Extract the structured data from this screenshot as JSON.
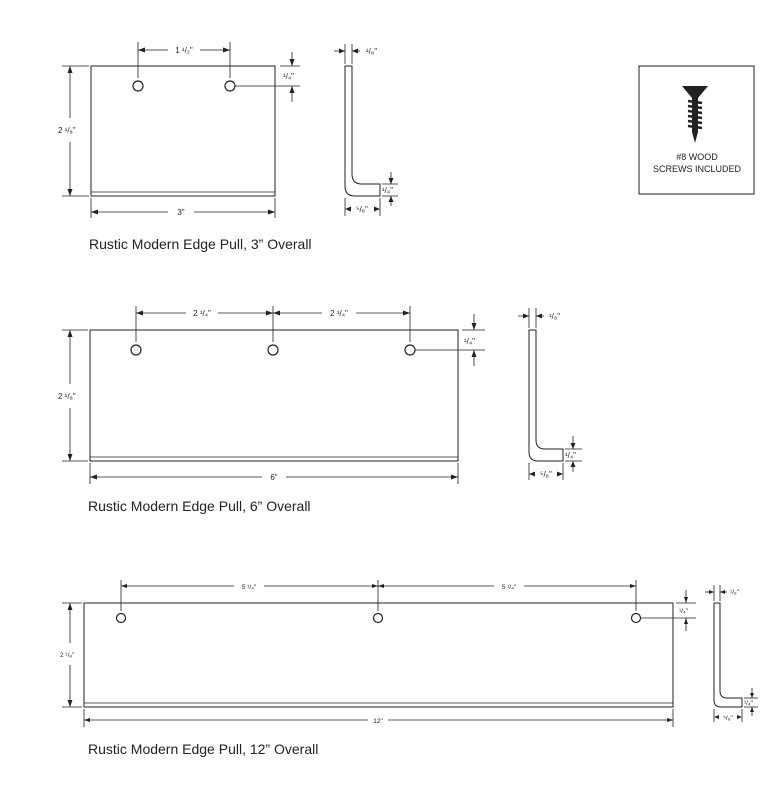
{
  "screw_note": {
    "line1": "#8 WOOD",
    "line2": "SCREWS INCLUDED",
    "icon": "wood-screw-icon"
  },
  "pulls": [
    {
      "title": "Rustic Modern Edge Pull, 3” Overall",
      "overall_width": "3\"",
      "height": "2 ¹/₈\"",
      "hole_spacing": [
        "1 ¹/₂\""
      ],
      "hole_offset": "¹/₄\"",
      "profile_thickness": "¹/₈\"",
      "profile_lip_height": "¹/₄\"",
      "profile_depth": "⁵/₈\""
    },
    {
      "title": "Rustic Modern Edge Pull, 6” Overall",
      "overall_width": "6\"",
      "height": "2 ¹/₈\"",
      "hole_spacing": [
        "2 ¹/₄\"",
        "2 ¹/₄\""
      ],
      "hole_offset": "¹/₄\"",
      "profile_thickness": "¹/₈\"",
      "profile_lip_height": "¹/₄\"",
      "profile_depth": "⁵/₈\""
    },
    {
      "title": "Rustic Modern Edge Pull, 12” Overall",
      "overall_width": "12\"",
      "height": "2 ¹/₈\"",
      "hole_spacing": [
        "5 ¹/₄\"",
        "5 ¹/₄\""
      ],
      "hole_offset": "¹/₄\"",
      "profile_thickness": "¹/₈\"",
      "profile_lip_height": "¹/₄\"",
      "profile_depth": "⁵/₈\""
    }
  ]
}
